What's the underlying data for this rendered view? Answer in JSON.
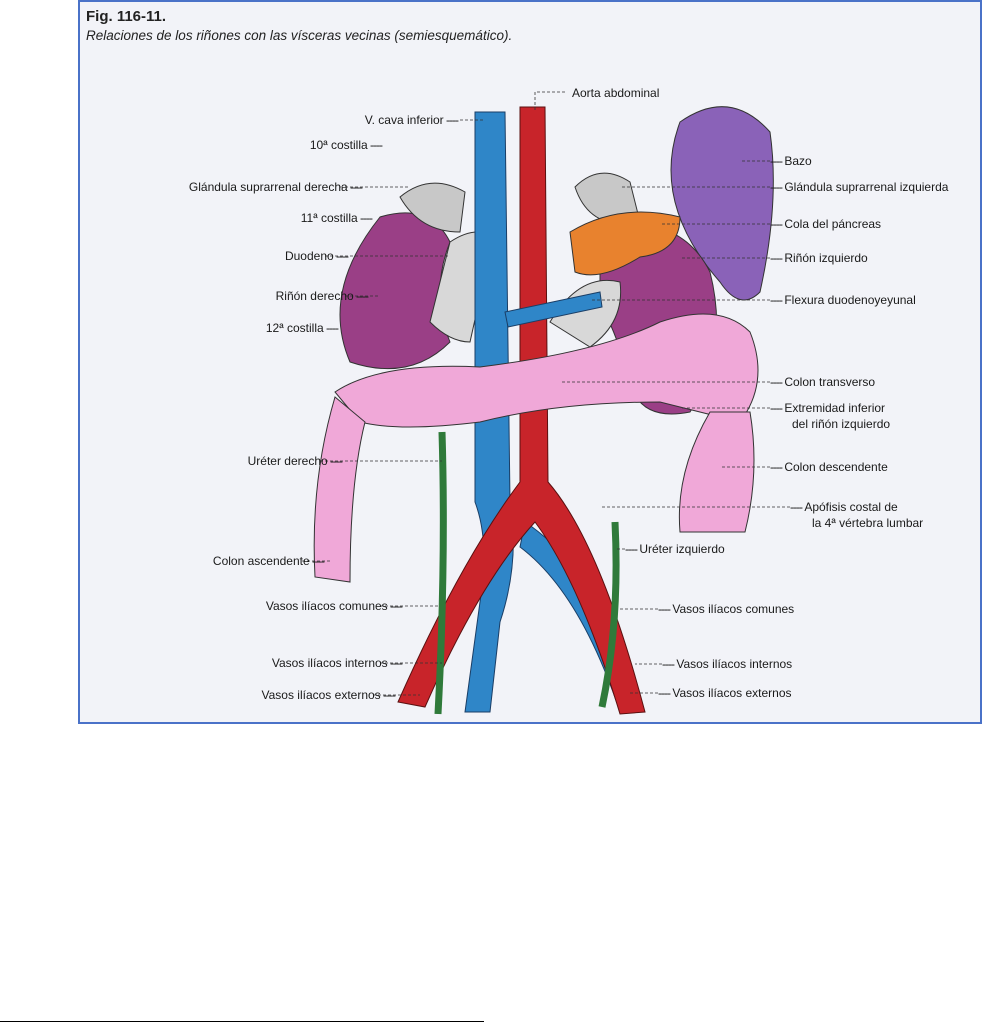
{
  "figure": {
    "number": "Fig. 116-11.",
    "caption": "Relaciones de los riñones con las vísceras vecinas (semiesquemático).",
    "labels_left": [
      "V. cava inferior",
      "10ª costilla",
      "Glándula suprarrenal derecha",
      "11ª costilla",
      "Duodeno",
      "Riñón derecho",
      "12ª costilla",
      "Uréter derecho",
      "Colon ascendente",
      "Vasos ilíacos comunes",
      "Vasos ilíacos internos",
      "Vasos ilíacos externos"
    ],
    "labels_right": [
      "Aorta abdominal",
      "Bazo",
      "Glándula suprarrenal izquierda",
      "Cola del páncreas",
      "Riñón izquierdo",
      "Flexura duodenoyeyunal",
      "Colon transverso",
      "Extremidad inferior",
      "del riñón izquierdo",
      "Colon descendente",
      "Apófisis costal de",
      "la 4ª vértebra lumbar",
      "Uréter izquierdo",
      "Vasos ilíacos comunes",
      "Vasos ilíacos internos",
      "Vasos ilíacos externos"
    ]
  },
  "colors": {
    "vein": "#2f86c8",
    "artery": "#c8242a",
    "kidney": "#9a3f86",
    "colon": "#f0a8d8",
    "spleen": "#8a62b8",
    "pancreas": "#e8822e",
    "ureter": "#2f7a3a",
    "adrenal": "#c8c8c8"
  }
}
